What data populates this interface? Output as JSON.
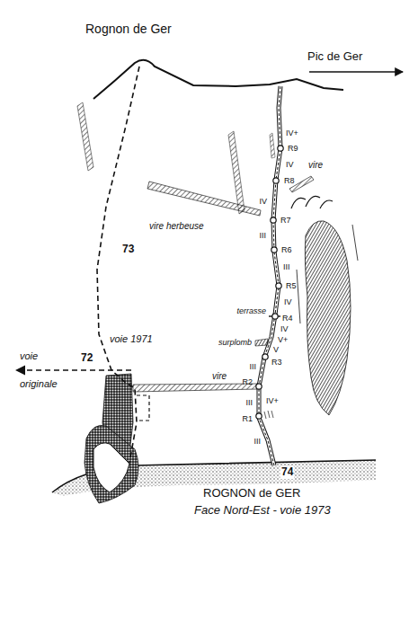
{
  "diagram": {
    "title": "ROGNON de GER",
    "caption": "Face Nord-Est - voie 1973",
    "labels": [
      "Rognon de Ger",
      "Pic de Ger",
      "IV+",
      "R9",
      "IV",
      "vire",
      "R8",
      "IV",
      "R7",
      "vire herbeuse",
      "III",
      "R6",
      "III",
      "73",
      "R5",
      "IV",
      "terrasse",
      "R4",
      "voie 1971",
      "IV",
      "surplomb",
      "V+",
      "V",
      "R3",
      "III",
      "voie originale",
      "72",
      "vire",
      "R2",
      "III",
      "IV+",
      "R1",
      "III",
      "74"
    ]
  }
}
